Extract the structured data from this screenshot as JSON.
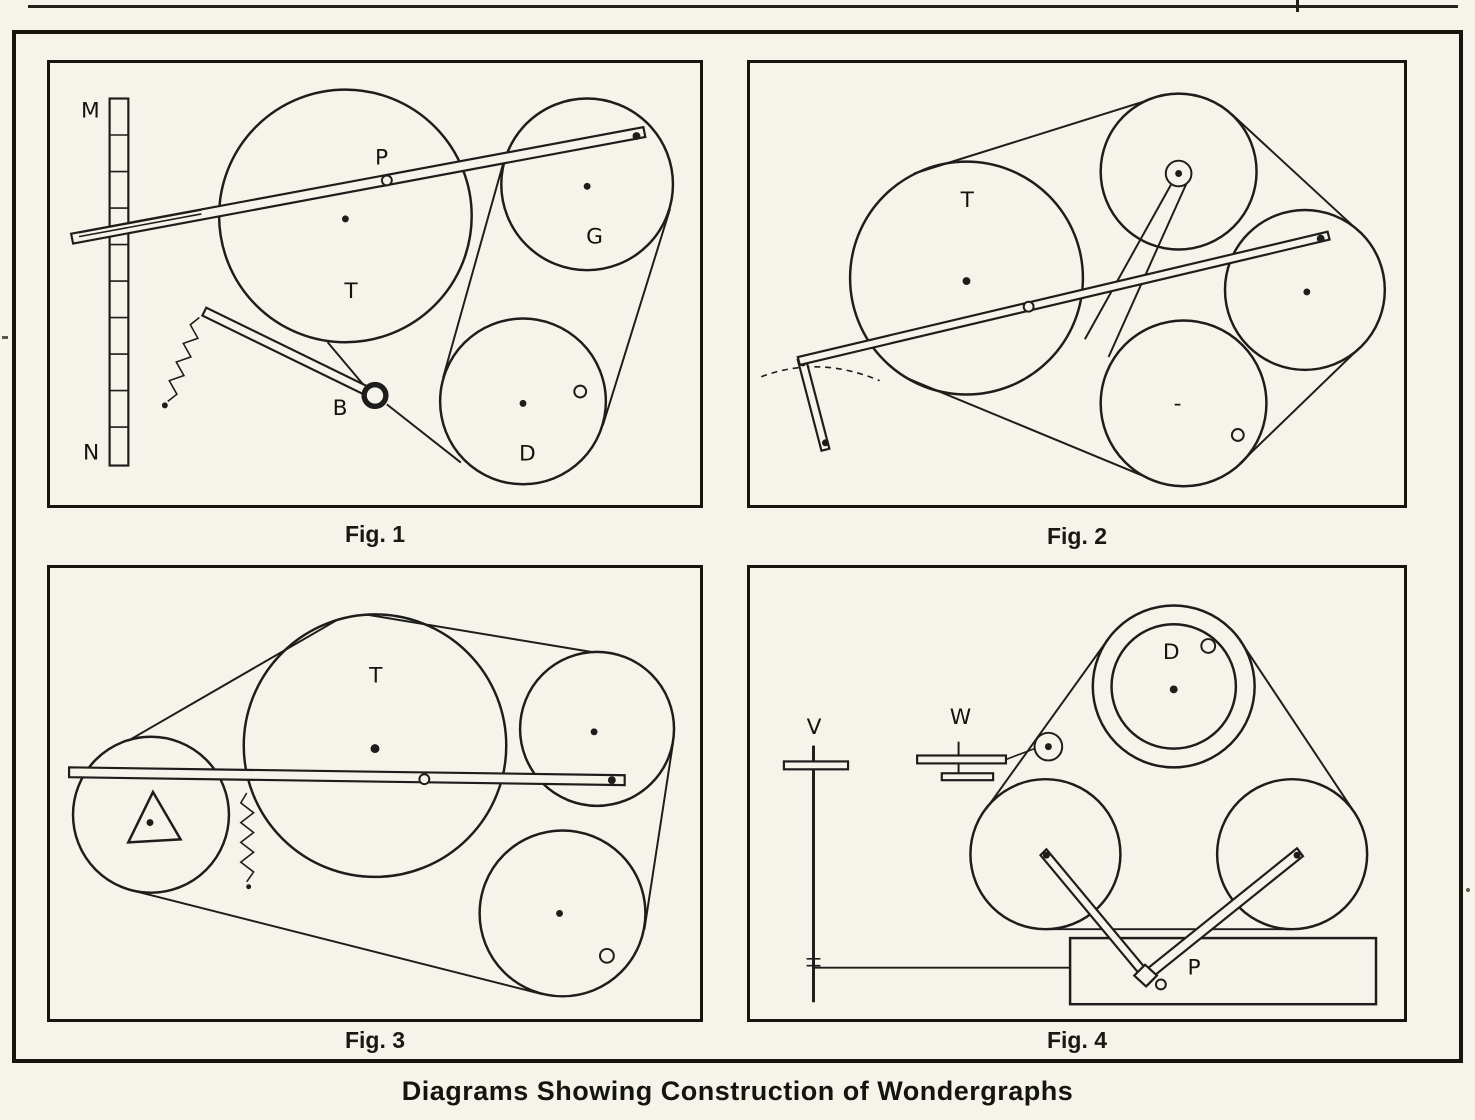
{
  "page": {
    "caption": "Diagrams Showing Construction of Wondergraphs",
    "paper_color": "#f5f3ea",
    "ink_color": "#1d1d1b"
  },
  "figures": {
    "fig1": {
      "caption": "Fig. 1",
      "labels": {
        "M": "M",
        "N": "N",
        "P": "P",
        "T": "T",
        "G": "G",
        "B": "B",
        "D": "D"
      }
    },
    "fig2": {
      "caption": "Fig. 2",
      "labels": {
        "T": "T",
        "dash": "-"
      }
    },
    "fig3": {
      "caption": "Fig. 3",
      "labels": {
        "T": "T"
      }
    },
    "fig4": {
      "caption": "Fig. 4",
      "labels": {
        "V": "V",
        "W": "W",
        "D": "D",
        "P": "P"
      }
    }
  }
}
